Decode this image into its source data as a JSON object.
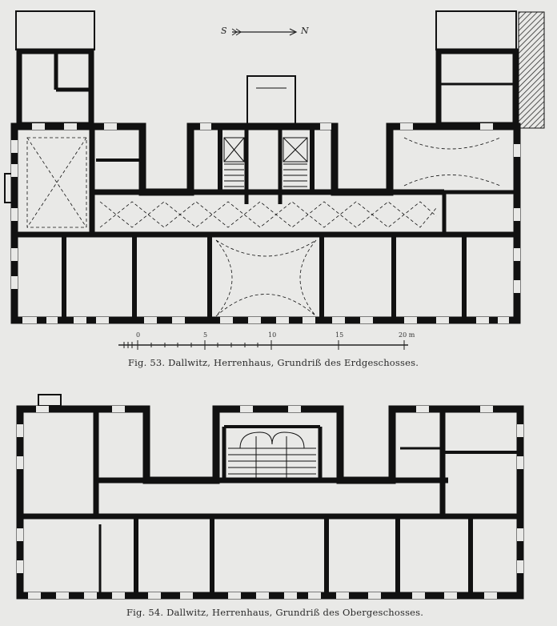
{
  "compass": {
    "south": "S",
    "north": "N"
  },
  "scale": {
    "ticks": [
      "0",
      "5",
      "10",
      "15",
      "20 m"
    ]
  },
  "figures": [
    {
      "caption": "Fig. 53.  Dallwitz, Herrenhaus, Grundriß des Erdgeschosses."
    },
    {
      "caption": "Fig. 54.  Dallwitz, Herrenhaus, Grundriß des Obergeschosses."
    }
  ]
}
